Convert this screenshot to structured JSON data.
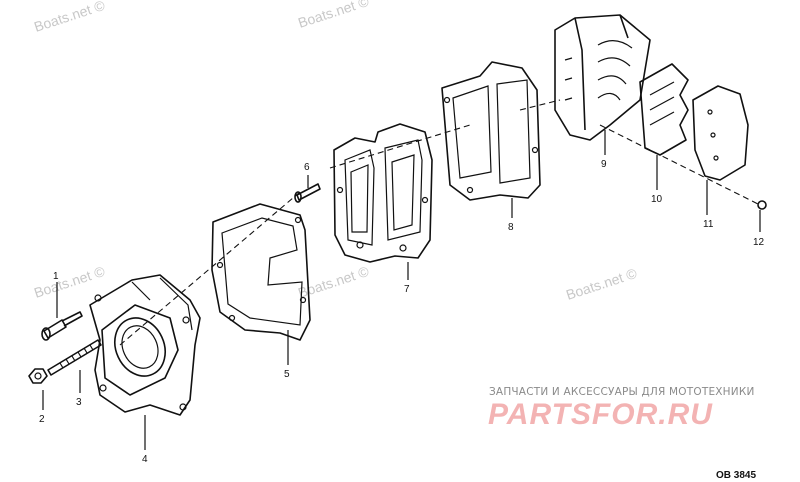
{
  "watermarks": [
    "Boats.net ©",
    "Boats.net ©",
    "Boats.net ©",
    "Boats.net ©",
    "Boats.net ©"
  ],
  "callouts": [
    "1",
    "2",
    "3",
    "4",
    "5",
    "6",
    "7",
    "8",
    "9",
    "10",
    "11",
    "12"
  ],
  "reference_code": "OB 3845",
  "vendor": {
    "tagline": "ЗАПЧАСТИ И АКСЕССУАРЫ ДЛЯ МОТОТЕХНИКИ",
    "brand": "PARTSFOR.RU",
    "brand_color": "#f3b3b3"
  }
}
